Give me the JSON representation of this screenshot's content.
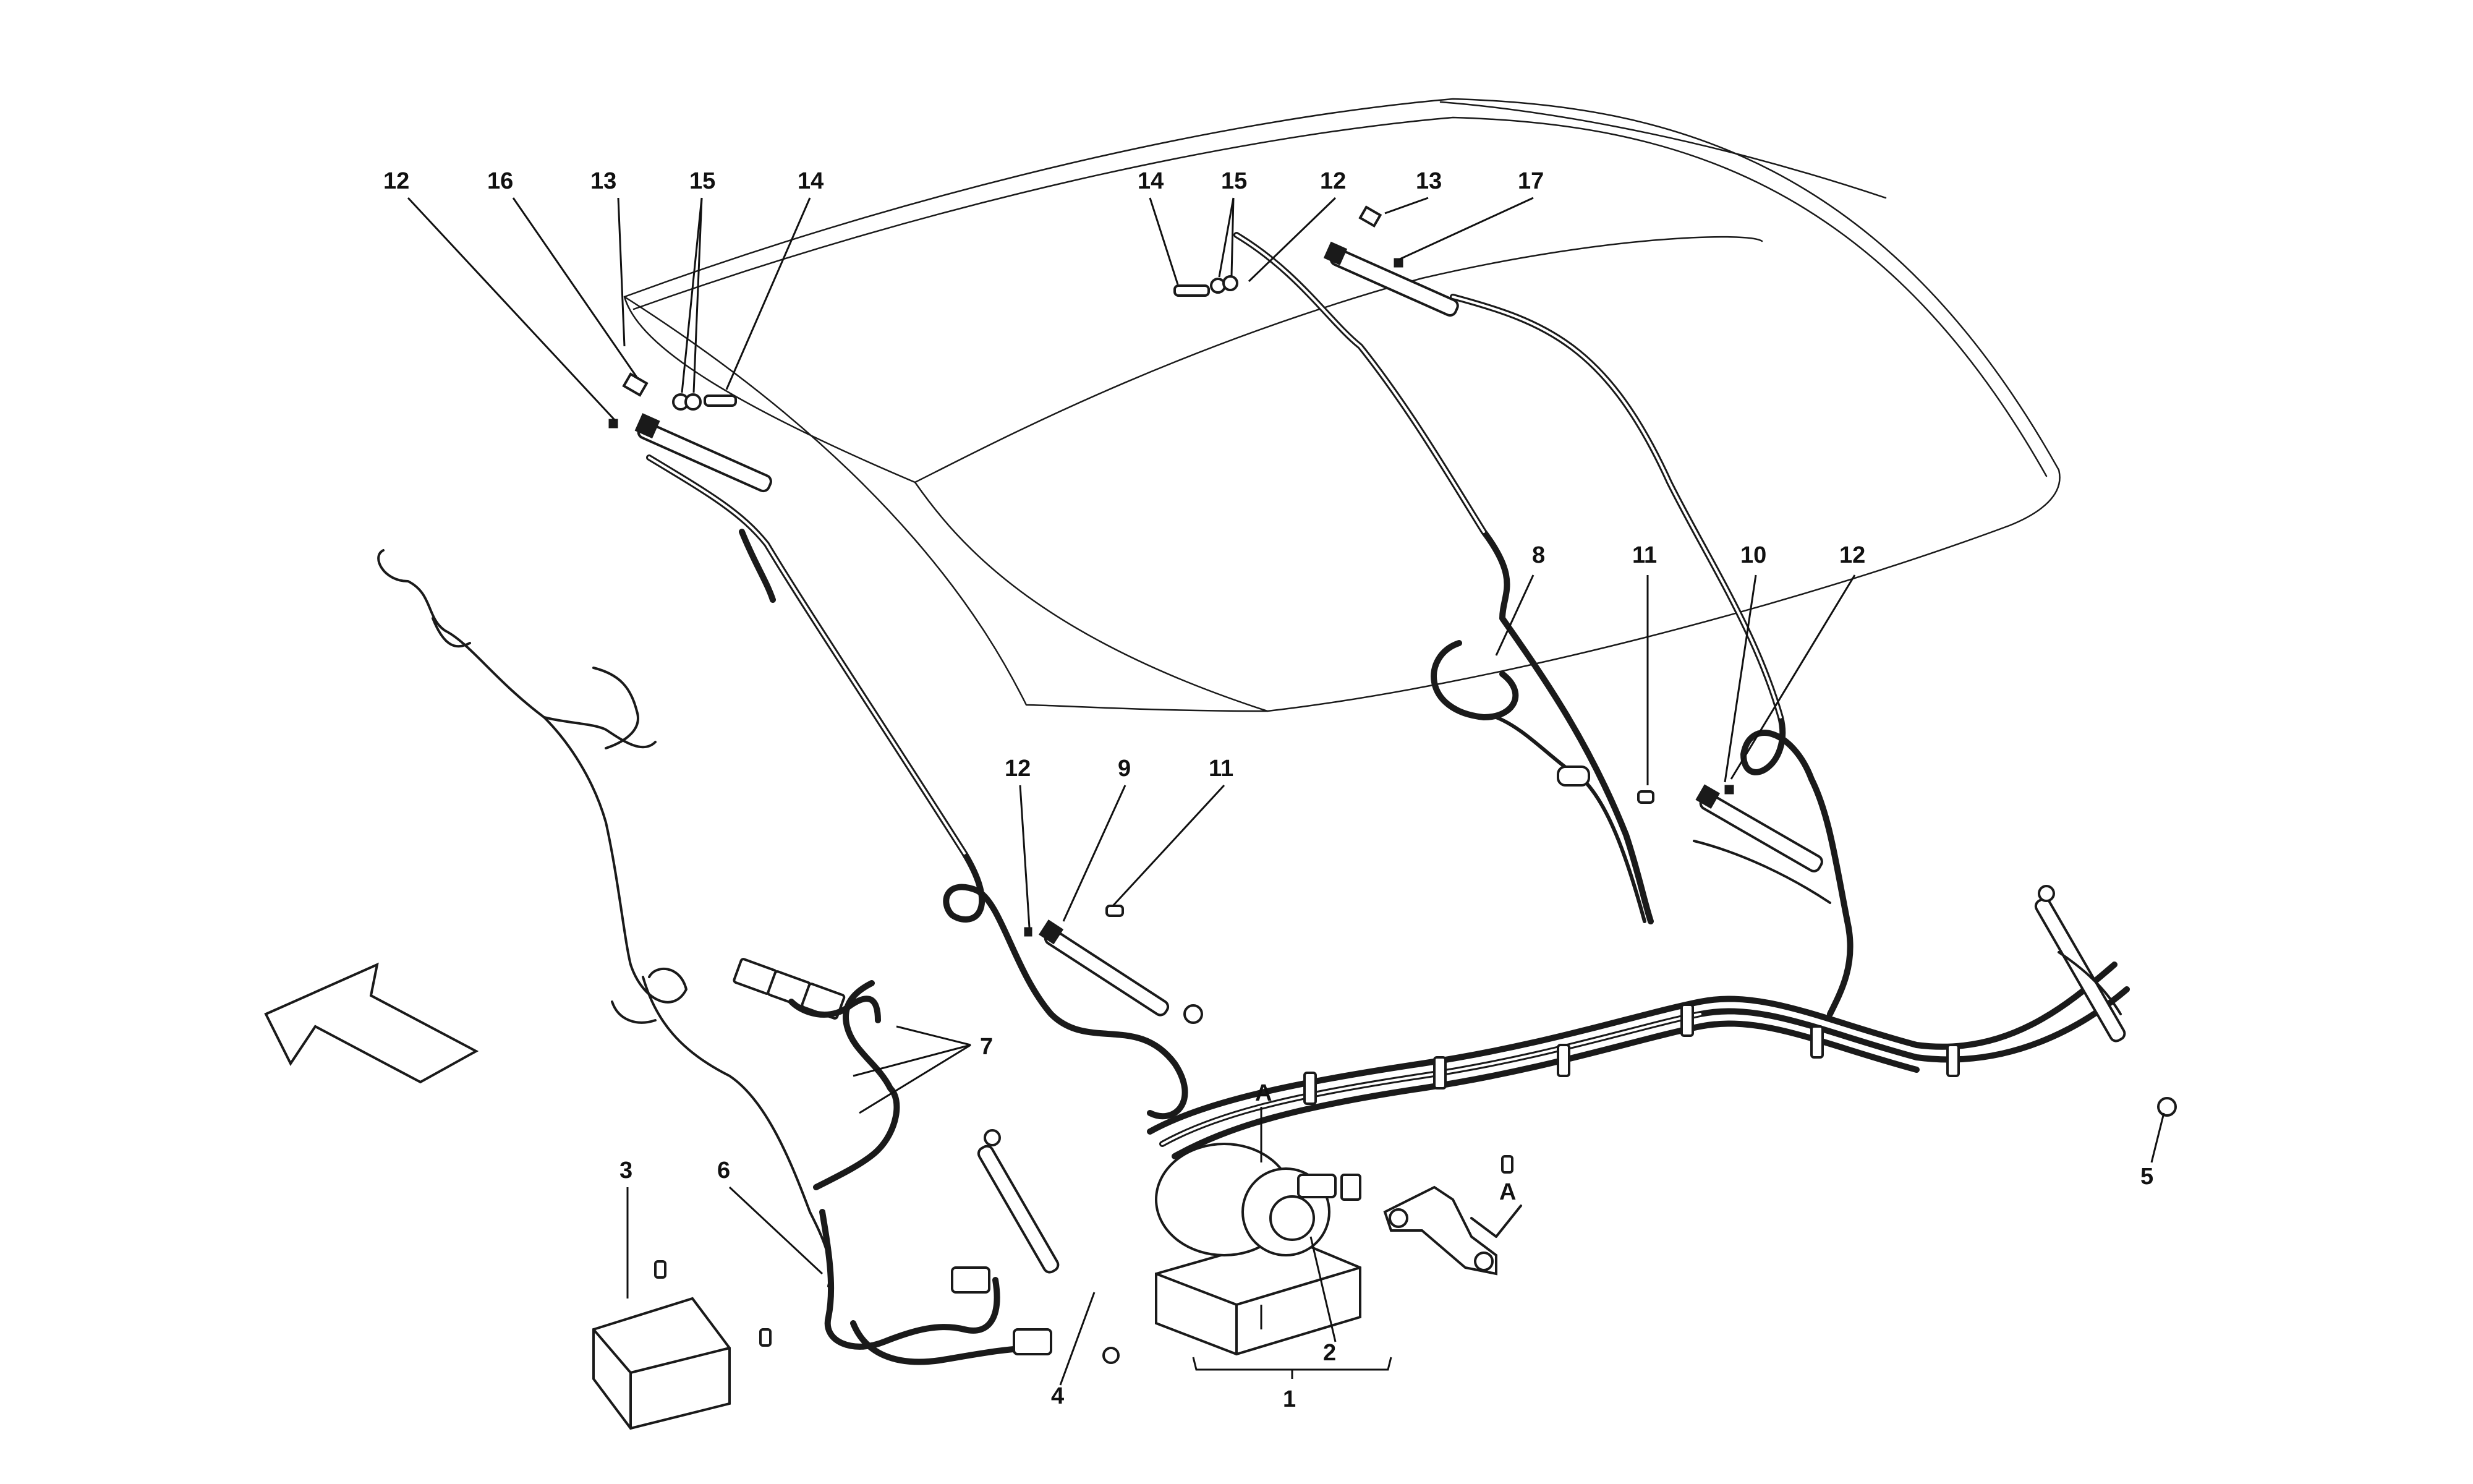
{
  "callouts": {
    "c1": "1",
    "c2": "2",
    "c3": "3",
    "c4": "4",
    "c5": "5",
    "c6": "6",
    "c7": "7",
    "c8": "8",
    "c9": "9",
    "c10": "10",
    "c11a": "11",
    "c11b": "11",
    "c12a": "12",
    "c12b": "12",
    "c12c": "12",
    "c12d": "12",
    "c13a": "13",
    "c13b": "13",
    "c14a": "14",
    "c14b": "14",
    "c15a": "15",
    "c15b": "15",
    "c16": "16",
    "c17": "17",
    "view_a_top": "A",
    "view_a_bracket": "A"
  },
  "icons": {
    "direction_arrow": "forward-direction-arrow-icon"
  },
  "colors": {
    "line": "#1a1a1a",
    "background": "#ffffff"
  }
}
